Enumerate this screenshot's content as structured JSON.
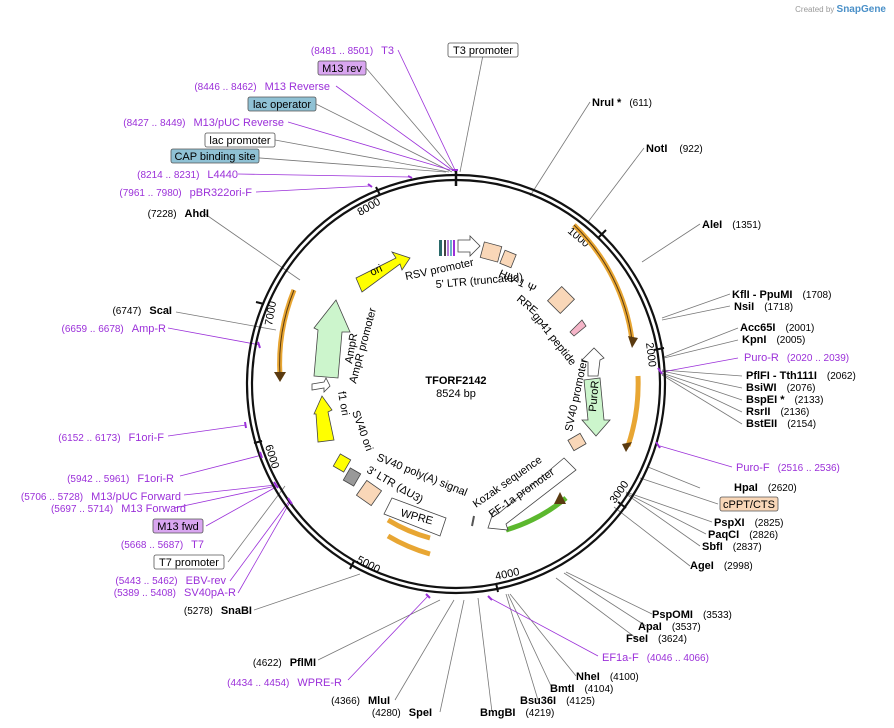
{
  "watermark": {
    "prefix": "Created by",
    "brand": "SnapGene"
  },
  "plasmid": {
    "name": "TFORF2142",
    "size": "8524 bp"
  },
  "ticks": [
    "1000",
    "2000",
    "3000",
    "4000",
    "5000",
    "6000",
    "7000",
    "8000"
  ],
  "features": [
    {
      "label": "ori"
    },
    {
      "label": "RSV promoter"
    },
    {
      "label": "5' LTR (truncated)"
    },
    {
      "label": "HIV-1 Ψ"
    },
    {
      "label": "RRE"
    },
    {
      "label": "gp41 peptide"
    },
    {
      "label": "SV40 promoter"
    },
    {
      "label": "PuroR"
    },
    {
      "label": "Kozak sequence"
    },
    {
      "label": "EF-1a promoter"
    },
    {
      "label": "WPRE"
    },
    {
      "label": "3' LTR (ΔU3)"
    },
    {
      "label": "SV40 poly(A) signal"
    },
    {
      "label": "SV40 ori"
    },
    {
      "label": "f1 ori"
    },
    {
      "label": "AmpR"
    },
    {
      "label": "AmpR promoter"
    }
  ],
  "boxes": [
    {
      "label": "T3 promoter"
    },
    {
      "label": "M13 rev"
    },
    {
      "label": "lac operator"
    },
    {
      "label": "lac promoter"
    },
    {
      "label": "CAP binding site"
    },
    {
      "label": "cPPT/CTS"
    },
    {
      "label": "M13 fwd"
    },
    {
      "label": "T7 promoter"
    }
  ],
  "sites": [
    {
      "name": "NruI *",
      "pos": "(611)"
    },
    {
      "name": "NotI",
      "pos": "(922)"
    },
    {
      "name": "AleI",
      "pos": "(1351)"
    },
    {
      "name": "KflI - PpuMI",
      "pos": "(1708)"
    },
    {
      "name": "NsiI",
      "pos": "(1718)"
    },
    {
      "name": "Acc65I",
      "pos": "(2001)"
    },
    {
      "name": "KpnI",
      "pos": "(2005)"
    },
    {
      "name": "PflFI - Tth111I",
      "pos": "(2062)"
    },
    {
      "name": "BsiWI",
      "pos": "(2076)"
    },
    {
      "name": "BspEI *",
      "pos": "(2133)"
    },
    {
      "name": "RsrII",
      "pos": "(2136)"
    },
    {
      "name": "BstEII",
      "pos": "(2154)"
    },
    {
      "name": "HpaI",
      "pos": "(2620)"
    },
    {
      "name": "PspXI",
      "pos": "(2825)"
    },
    {
      "name": "PaqCI",
      "pos": "(2826)"
    },
    {
      "name": "SbfI",
      "pos": "(2837)"
    },
    {
      "name": "AgeI",
      "pos": "(2998)"
    },
    {
      "name": "PspOMI",
      "pos": "(3533)"
    },
    {
      "name": "ApaI",
      "pos": "(3537)"
    },
    {
      "name": "FseI",
      "pos": "(3624)"
    },
    {
      "name": "NheI",
      "pos": "(4100)"
    },
    {
      "name": "BmtI",
      "pos": "(4104)"
    },
    {
      "name": "Bsu36I",
      "pos": "(4125)"
    },
    {
      "name": "BmgBI",
      "pos": "(4219)"
    },
    {
      "name": "SpeI",
      "pos": "(4280)"
    },
    {
      "name": "MluI",
      "pos": "(4366)"
    },
    {
      "name": "PflMI",
      "pos": "(4622)"
    },
    {
      "name": "SnaBI",
      "pos": "(5278)"
    },
    {
      "name": "ScaI",
      "pos": "(6747)"
    },
    {
      "name": "AhdI",
      "pos": "(7228)"
    }
  ],
  "primers": [
    {
      "name": "T3",
      "pos": "(8481 .. 8501)"
    },
    {
      "name": "M13 Reverse",
      "pos": "(8446 .. 8462)"
    },
    {
      "name": "M13/pUC Reverse",
      "pos": "(8427 .. 8449)"
    },
    {
      "name": "L4440",
      "pos": "(8214 .. 8231)"
    },
    {
      "name": "pBR322ori-F",
      "pos": "(7961 .. 7980)"
    },
    {
      "name": "Amp-R",
      "pos": "(6659 .. 6678)"
    },
    {
      "name": "F1ori-F",
      "pos": "(6152 .. 6173)"
    },
    {
      "name": "F1ori-R",
      "pos": "(5942 .. 5961)"
    },
    {
      "name": "M13/pUC Forward",
      "pos": "(5706 .. 5728)"
    },
    {
      "name": "M13 Forward",
      "pos": "(5697 .. 5714)"
    },
    {
      "name": "T7",
      "pos": "(5668 .. 5687)"
    },
    {
      "name": "EBV-rev",
      "pos": "(5443 .. 5462)"
    },
    {
      "name": "SV40pA-R",
      "pos": "(5389 .. 5408)"
    },
    {
      "name": "WPRE-R",
      "pos": "(4434 .. 4454)"
    },
    {
      "name": "Puro-R",
      "pos": "(2020 .. 2039)"
    },
    {
      "name": "Puro-F",
      "pos": "(2516 .. 2536)"
    },
    {
      "name": "EF1a-F",
      "pos": "(4046 .. 4066)"
    }
  ],
  "colors": {
    "ori": "#ffff00",
    "ampr": "#ccf5cc",
    "puror": "#ccf5cc",
    "ltr": "#f9d7b8",
    "primer": "#9b30d9",
    "lac": "#8fc1d4",
    "m13": "#d9a6f0",
    "cppt": "#f9d7b8",
    "orange_arc": "#e8a633",
    "green_arc": "#5cb82e"
  }
}
